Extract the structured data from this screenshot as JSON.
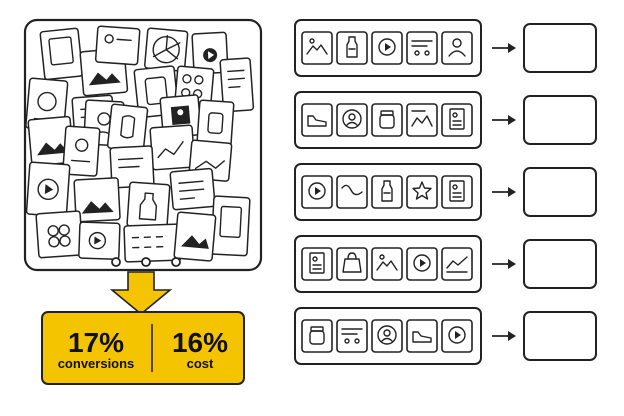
{
  "stats": {
    "left_value": "17%",
    "left_label": "conversions",
    "right_value": "16%",
    "right_label": "cost"
  },
  "colors": {
    "accent": "#f5c400",
    "stroke": "#222222",
    "background": "#ffffff"
  },
  "rows": [
    {
      "icons": [
        "image-icon",
        "bottle-icon",
        "play-icon",
        "text-lines-icon",
        "person-icon"
      ]
    },
    {
      "icons": [
        "shoe-icon",
        "avatar-icon",
        "jar-icon",
        "landscape-icon",
        "document-icon"
      ]
    },
    {
      "icons": [
        "play-icon",
        "wave-icon",
        "bottle-icon",
        "star-icon",
        "document-icon"
      ]
    },
    {
      "icons": [
        "document-icon",
        "bag-icon",
        "image-icon",
        "play-icon",
        "chart-icon"
      ]
    },
    {
      "icons": [
        "jar-icon",
        "text-lines-icon",
        "avatar-icon",
        "shoe-icon",
        "play-icon"
      ]
    }
  ]
}
